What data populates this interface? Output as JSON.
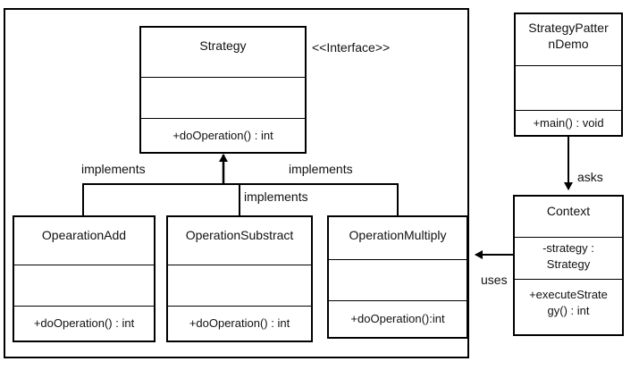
{
  "classes": {
    "strategy": {
      "name": "Strategy",
      "operations": "+doOperation()  : int"
    },
    "operation_add": {
      "name": "OpearationAdd",
      "operations": "+doOperation()  : int"
    },
    "operation_substract": {
      "name": "OperationSubstract",
      "operations": "+doOperation()  : int"
    },
    "operation_multiply": {
      "name": "OperationMultiply",
      "operations": "+doOperation():int"
    },
    "demo": {
      "name_line1": "StrategyPatter",
      "name_line2": "nDemo",
      "operations": "+main() : void"
    },
    "context": {
      "name": "Context",
      "attr_line1": "-strategy :",
      "attr_line2": "Strategy",
      "op_line1": "+executeStrate",
      "op_line2": "gy() : int"
    }
  },
  "labels": {
    "stereotype": "<<Interface>>",
    "implements_left": "implements",
    "implements_middle": "implements",
    "implements_right": "implements",
    "asks": "asks",
    "uses": "uses"
  },
  "colors": {
    "line": "#000000",
    "background": "#ffffff"
  }
}
